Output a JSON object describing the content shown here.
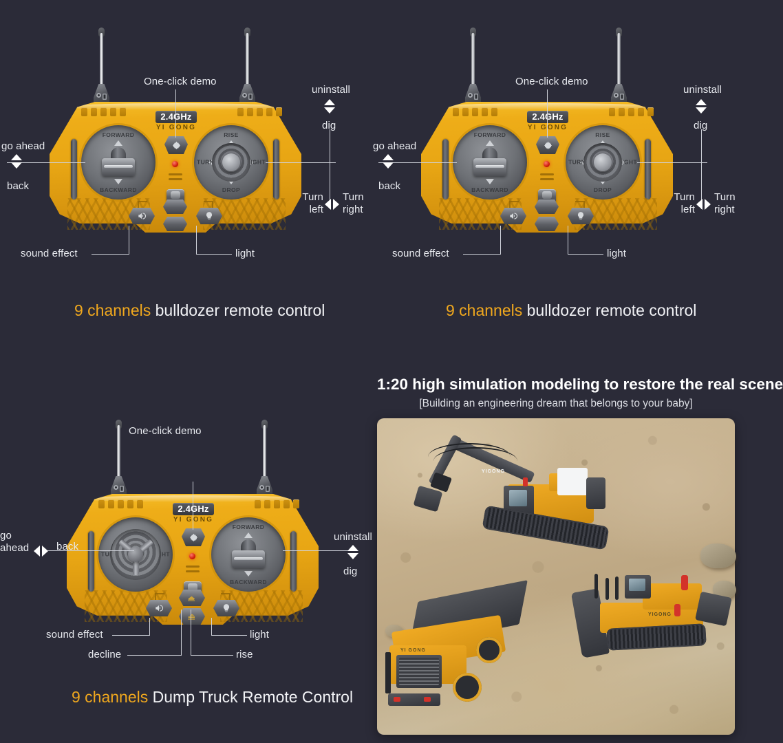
{
  "background_color": "#2b2b38",
  "accent_color": "#f0a81e",
  "remotes": [
    {
      "id": "bulldozer-1",
      "brand": {
        "frequency": "2.4GHz",
        "name": "YI GONG"
      },
      "callouts": {
        "top": "One-click demo",
        "left_up": "go ahead",
        "left_down": "back",
        "right_up": "uninstall",
        "right_down": "dig",
        "right_left": "Turn left",
        "right_right": "Turn right",
        "bottom_left": "sound effect",
        "bottom_right": "light"
      },
      "left_well": {
        "top": "FORWARD",
        "bottom": "BACKWARD"
      },
      "right_well": {
        "top": "RISE",
        "bottom": "DROP",
        "left": "TURN LEFT",
        "right": "TURN RIGHT"
      },
      "caption_highlight": "9 channels",
      "caption_rest": " bulldozer remote control"
    },
    {
      "id": "bulldozer-2",
      "brand": {
        "frequency": "2.4GHz",
        "name": "YI GONG"
      },
      "callouts": {
        "top": "One-click demo",
        "left_up": "go ahead",
        "left_down": "back",
        "right_up": "uninstall",
        "right_down": "dig",
        "right_left": "Turn left",
        "right_right": "Turn right",
        "bottom_left": "sound effect",
        "bottom_right": "light"
      },
      "left_well": {
        "top": "FORWARD",
        "bottom": "BACKWARD"
      },
      "right_well": {
        "top": "RISE",
        "bottom": "DROP",
        "left": "TURN LEFT",
        "right": "TURN RIGHT"
      },
      "caption_highlight": "9 channels",
      "caption_rest": " bulldozer remote control"
    },
    {
      "id": "dump-truck",
      "brand": {
        "frequency": "2.4GHz",
        "name": "YI GONG"
      },
      "callouts": {
        "top": "One-click demo",
        "left_pair": "go ahead",
        "left_back": "back",
        "right_up": "uninstall",
        "right_down": "dig",
        "bottom_sound": "sound effect",
        "bottom_light": "light",
        "bottom_decline": "decline",
        "bottom_rise": "rise"
      },
      "left_well": {
        "left": "TURN LEFT",
        "right": "TURN RIGHT"
      },
      "right_well": {
        "top": "FORWARD",
        "bottom": "BACKWARD"
      },
      "caption_highlight": "9 channels",
      "caption_rest": " Dump Truck Remote Control"
    }
  ],
  "promo": {
    "headline": "1:20 high simulation modeling to restore the real scene",
    "subline": "[Building an engineering dream that belongs to your baby]",
    "photo_vehicles": [
      {
        "name": "excavator",
        "brand_text": "YIGONG"
      },
      {
        "name": "bulldozer",
        "brand_text": "YIGONG"
      },
      {
        "name": "dump-truck",
        "brand_text": "YI GONG"
      }
    ]
  }
}
